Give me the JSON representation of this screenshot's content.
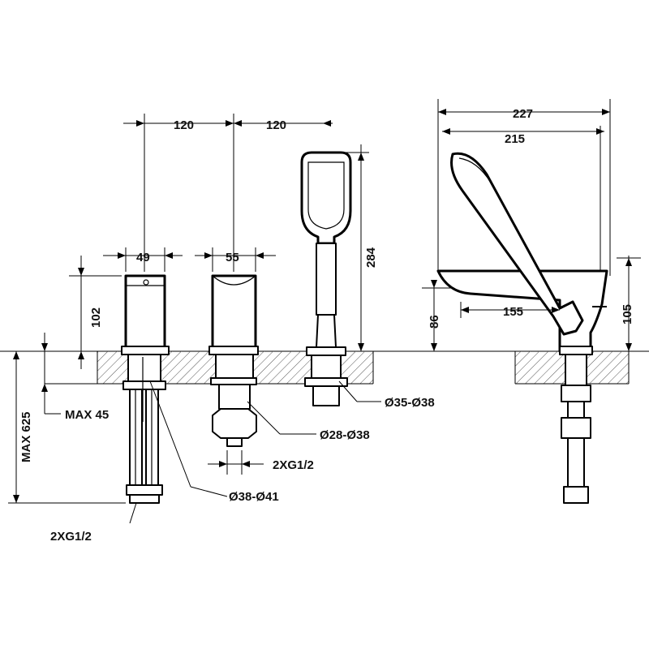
{
  "dimensions": {
    "spacing_left": "120",
    "spacing_right": "120",
    "spout_body_width": "49",
    "valve_body_width": "55",
    "handshower_length": "284",
    "spout_height": "102",
    "spout_projection_total": "227",
    "spout_projection_inner": "215",
    "spout_reach": "155",
    "spout_side_height_left": "86",
    "spout_side_height_right": "105",
    "max_install_depth": "MAX 625",
    "max_deck_thickness": "MAX 45",
    "connection_left": "2XG1/2",
    "connection_middle": "2XG1/2",
    "hole_spout": "Ø38-Ø41",
    "hole_valve": "Ø28-Ø38",
    "hole_handshower": "Ø35-Ø38"
  },
  "colors": {
    "line": "#000000",
    "background": "#ffffff",
    "hatch": "#555555"
  }
}
